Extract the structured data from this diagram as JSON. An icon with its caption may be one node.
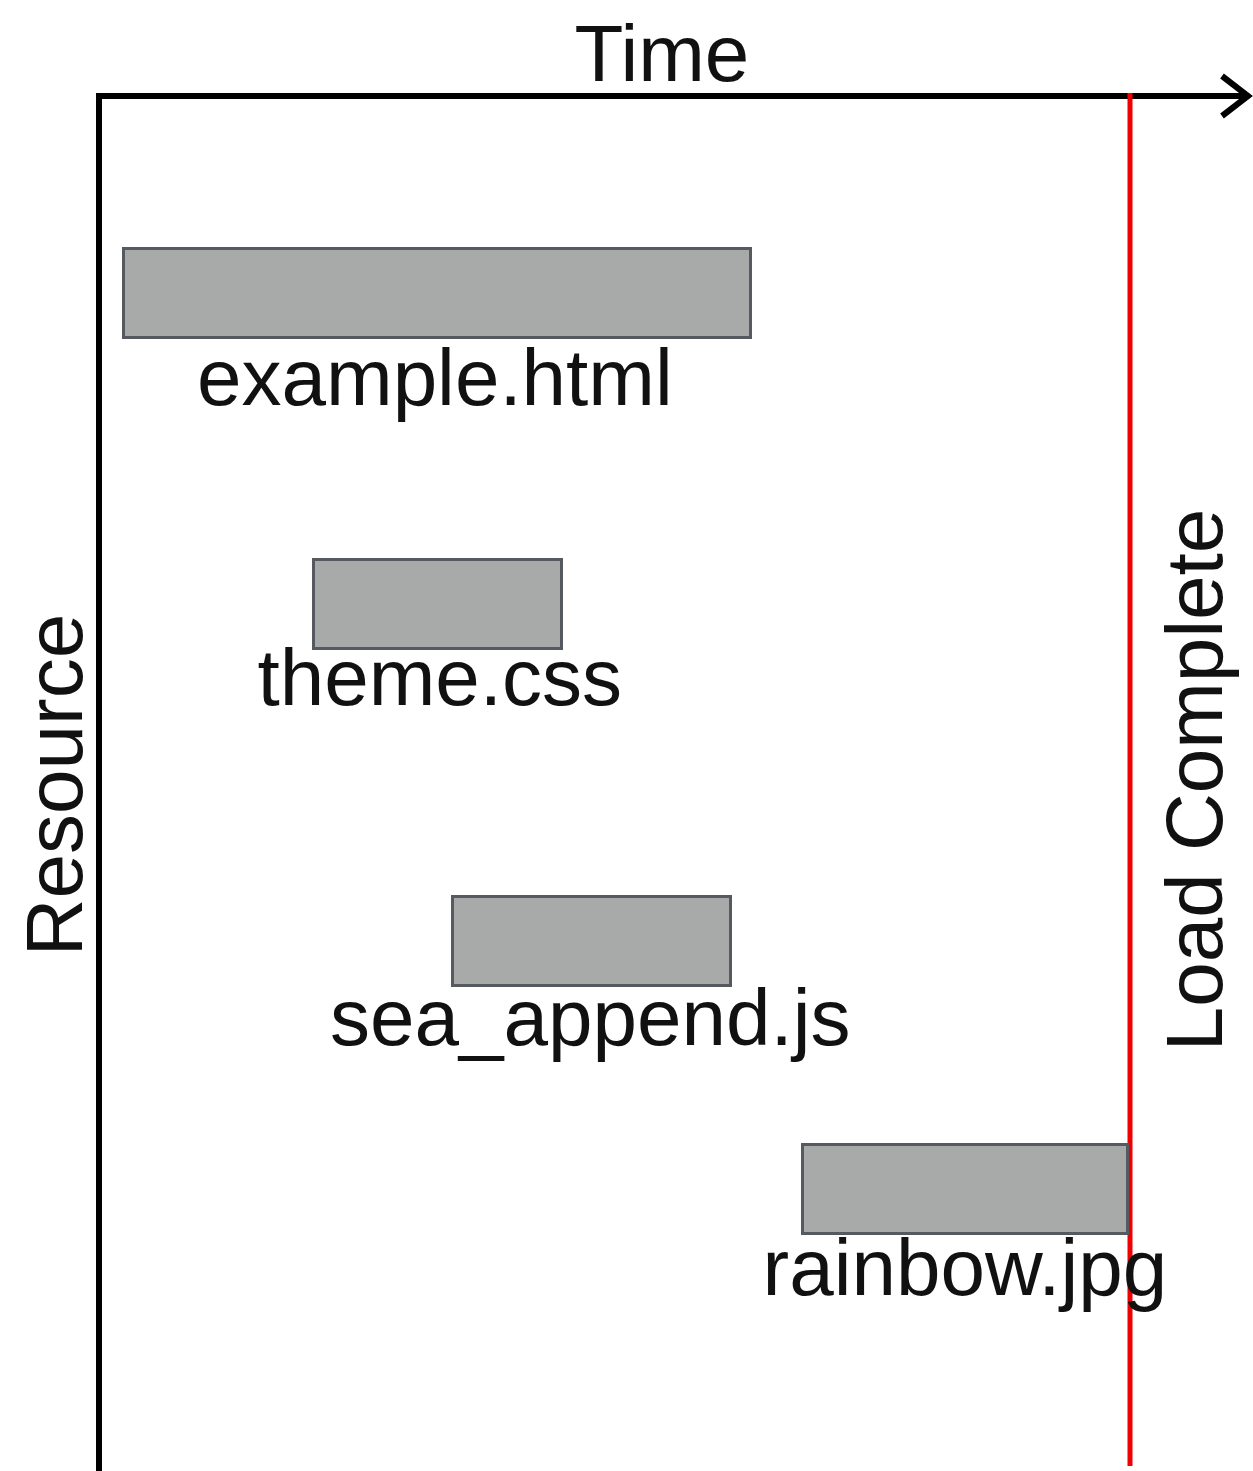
{
  "diagram": {
    "nodes": [
      {
        "text": [],
        "shape": "bar",
        "beside": [
          "example.html"
        ]
      },
      {
        "text": [],
        "shape": "bar",
        "beside": [
          "theme.css"
        ]
      },
      {
        "text": [],
        "shape": "bar",
        "beside": [
          "sea_append.js"
        ]
      },
      {
        "text": [],
        "shape": "bar",
        "beside": [
          "rainbow.jpg"
        ]
      }
    ],
    "labels": [
      "Time",
      "Resource",
      "Load Complete"
    ]
  }
}
